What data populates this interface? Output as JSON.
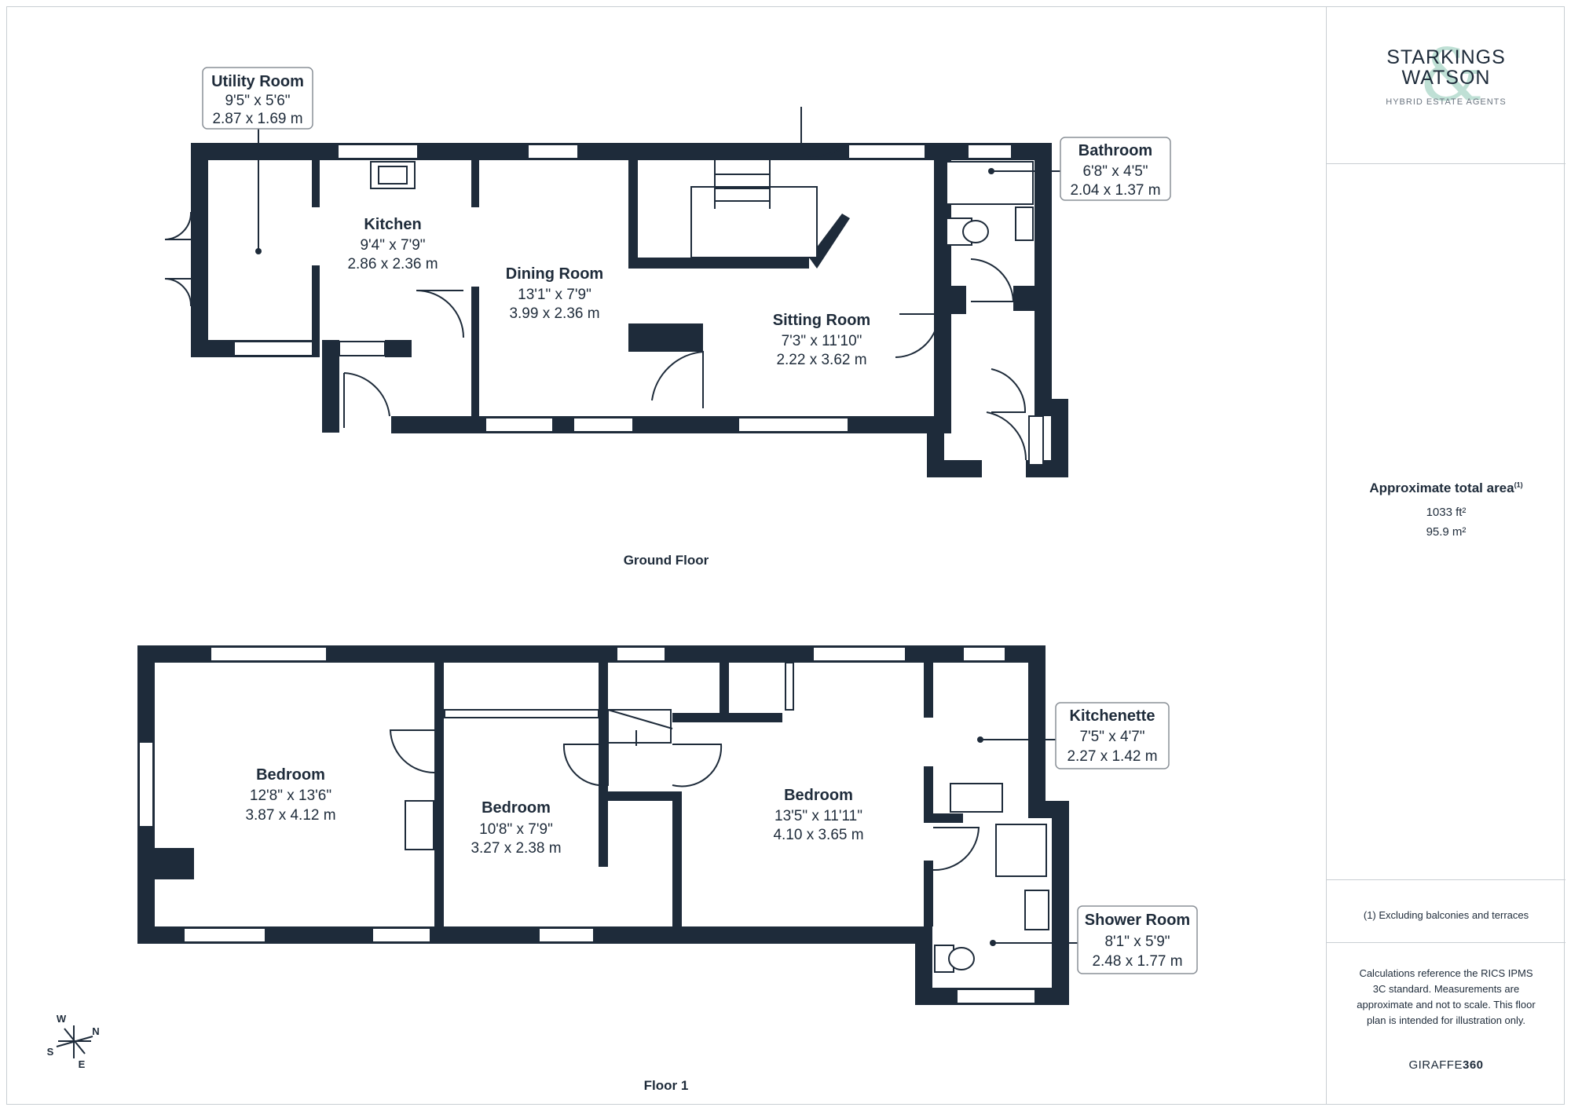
{
  "ground_floor": {
    "label": "Ground Floor",
    "rooms": [
      {
        "name": "Utility Room",
        "imperial": "9'5\" x 5'6\"",
        "metric": "2.87 x 1.69 m"
      },
      {
        "name": "Kitchen",
        "imperial": "9'4\" x 7'9\"",
        "metric": "2.86 x 2.36 m"
      },
      {
        "name": "Dining Room",
        "imperial": "13'1\" x 7'9\"",
        "metric": "3.99 x 2.36 m"
      },
      {
        "name": "Sitting Room",
        "imperial": "7'3\" x 11'10\"",
        "metric": "2.22 x 3.62 m"
      },
      {
        "name": "Bathroom",
        "imperial": "6'8\" x 4'5\"",
        "metric": "2.04 x 1.37 m"
      }
    ]
  },
  "first_floor": {
    "label": "Floor 1",
    "rooms": [
      {
        "name": "Bedroom",
        "imperial": "12'8\" x 13'6\"",
        "metric": "3.87 x 4.12 m"
      },
      {
        "name": "Bedroom",
        "imperial": "10'8\" x 7'9\"",
        "metric": "3.27 x 2.38 m"
      },
      {
        "name": "Bedroom",
        "imperial": "13'5\" x 11'11\"",
        "metric": "4.10 x 3.65 m"
      },
      {
        "name": "Kitchenette",
        "imperial": "7'5\" x 4'7\"",
        "metric": "2.27 x 1.42 m"
      },
      {
        "name": "Shower Room",
        "imperial": "8'1\" x 5'9\"",
        "metric": "2.48 x 1.77 m"
      }
    ]
  },
  "compass": {
    "w": "W",
    "n": "N",
    "s": "S",
    "e": "E"
  },
  "sidebar": {
    "brand_line1": "STARKINGS",
    "brand_line2": "WATSON",
    "brand_ampersand": "&",
    "tagline": "HYBRID ESTATE AGENTS",
    "area_heading": "Approximate total area",
    "area_footnote_marker": "(1)",
    "area_sqft": "1033 ft²",
    "area_sqm": "95.9 m²",
    "footnote": "(1) Excluding balconies and terraces",
    "disclaimer": "Calculations reference the RICS IPMS 3C standard. Measurements are approximate and not to scale. This floor plan is intended for illustration only.",
    "credit_light": "GIRAFFE",
    "credit_bold": "360"
  },
  "colors": {
    "wall": "#1e2b3a",
    "border": "#c9ced3",
    "accent": "#bfe0d5"
  }
}
